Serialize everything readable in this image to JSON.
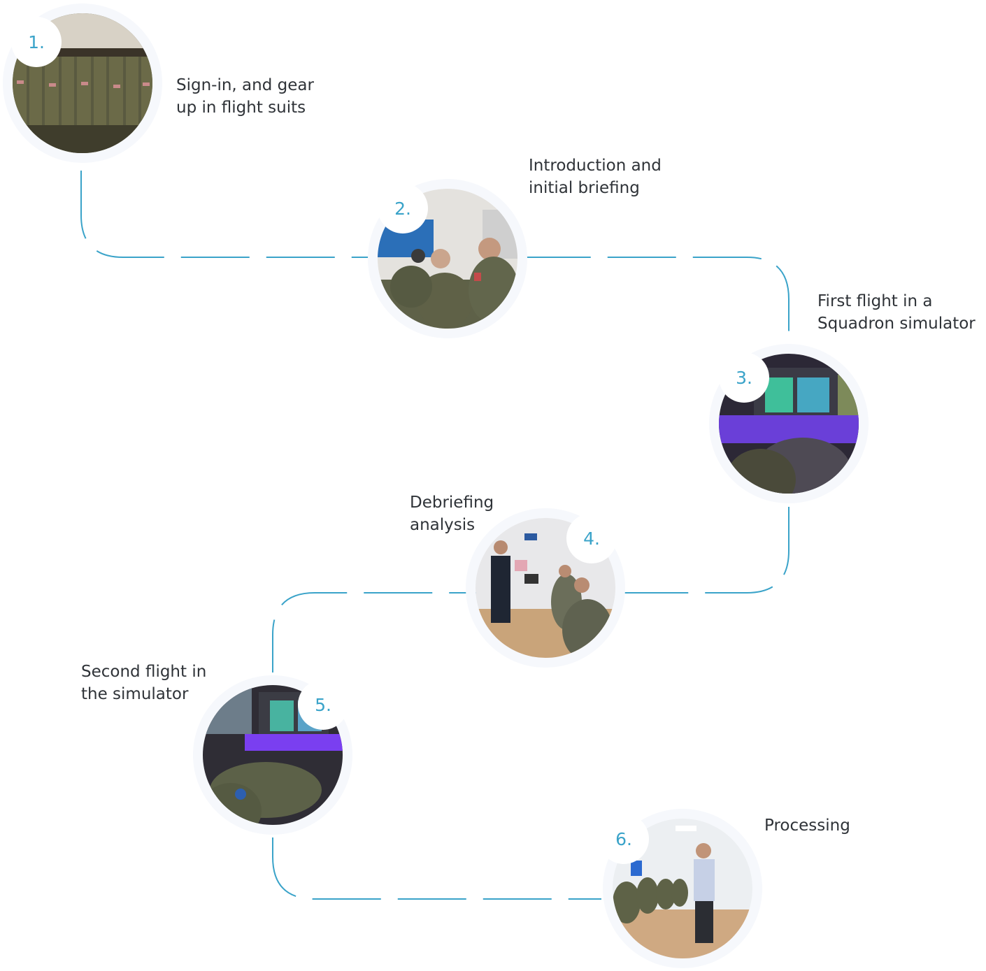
{
  "colors": {
    "path": "#3aa3c9",
    "badge_text": "#3aa3c9",
    "label_text": "#2f3338",
    "halo": "#f6f8fc"
  },
  "steps": [
    {
      "number": "1.",
      "label_line1": "Sign-in, and gear",
      "label_line2": "up in flight suits",
      "photo": "flight-suits-rack-photo"
    },
    {
      "number": "2.",
      "label_line1": "Introduction and",
      "label_line2": "initial briefing",
      "photo": "briefing-room-photo"
    },
    {
      "number": "3.",
      "label_line1": "First flight in a",
      "label_line2": "Squadron simulator",
      "photo": "simulator-cockpit-photo"
    },
    {
      "number": "4.",
      "label_line1": "Debriefing",
      "label_line2": "analysis",
      "photo": "debriefing-room-photo"
    },
    {
      "number": "5.",
      "label_line1": "Second flight in",
      "label_line2": "the simulator",
      "photo": "simulator-pilot-photo"
    },
    {
      "number": "6.",
      "label_line1": "Processing",
      "label_line2": "",
      "photo": "processing-session-photo"
    }
  ]
}
